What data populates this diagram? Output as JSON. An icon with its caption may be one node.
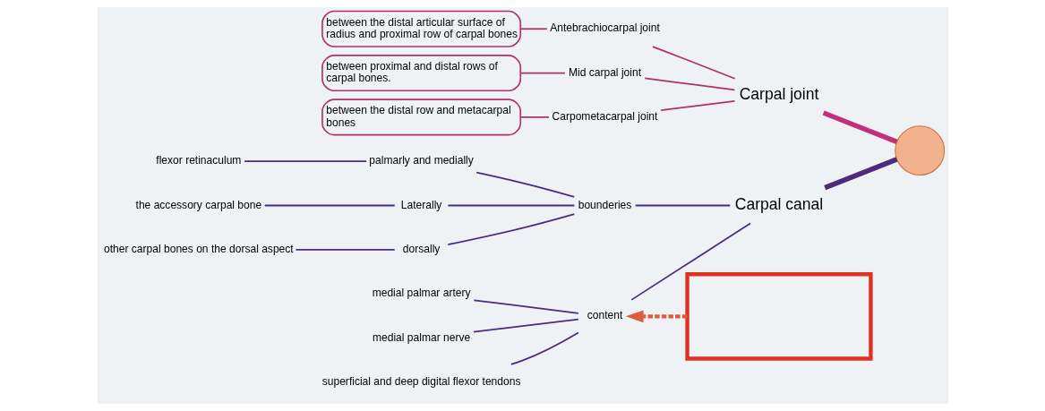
{
  "diagram": {
    "nodes": [
      {
        "text": [],
        "shape": "circle"
      },
      {
        "text": [
          "Carpal joint"
        ]
      },
      {
        "text": [
          "Antebrachiocarpal joint"
        ]
      },
      {
        "text": [
          "between the distal articular surface of radius and proximal row of carpal bones"
        ]
      },
      {
        "text": [
          "Mid carpal joint"
        ]
      },
      {
        "text": [
          "between proximal and distal rows of carpal bones."
        ]
      },
      {
        "text": [
          "Carpometacarpal joint"
        ]
      },
      {
        "text": [
          "between the distal row and metacarpal bones"
        ]
      },
      {
        "text": [
          "Carpal canal"
        ]
      },
      {
        "text": [
          "bounderies"
        ]
      },
      {
        "text": [
          "palmarly and medially"
        ]
      },
      {
        "text": [
          "flexor retinaculum"
        ]
      },
      {
        "text": [
          "Laterally"
        ]
      },
      {
        "text": [
          "the accessory carpal bone"
        ]
      },
      {
        "text": [
          "dorsally"
        ]
      },
      {
        "text": [
          "other carpal bones on the dorsal aspect"
        ]
      },
      {
        "text": [
          "content"
        ]
      },
      {
        "text": [
          "medial palmar artery"
        ]
      },
      {
        "text": [
          "medial palmar nerve"
        ]
      },
      {
        "text": [
          "superficial and deep digital flexor tendons"
        ]
      },
      {
        "text": [],
        "shape": "box"
      }
    ],
    "edges": [
      {
        "from": 0,
        "to": 1,
        "arrow": "none",
        "style": "thick",
        "color": "#c2307a"
      },
      {
        "from": 1,
        "to": 2,
        "arrow": "none",
        "color": "#b03068"
      },
      {
        "from": 2,
        "to": 3,
        "arrow": "none",
        "color": "#b03068"
      },
      {
        "from": 1,
        "to": 4,
        "arrow": "none",
        "color": "#b03068"
      },
      {
        "from": 4,
        "to": 5,
        "arrow": "none",
        "color": "#b03068"
      },
      {
        "from": 1,
        "to": 6,
        "arrow": "none",
        "color": "#b03068"
      },
      {
        "from": 6,
        "to": 7,
        "arrow": "none",
        "color": "#b03068"
      },
      {
        "from": 0,
        "to": 8,
        "arrow": "none",
        "style": "thick"
      },
      {
        "from": 8,
        "to": 9,
        "arrow": "none"
      },
      {
        "from": 9,
        "to": 10,
        "arrow": "none"
      },
      {
        "from": 10,
        "to": 11,
        "arrow": "none"
      },
      {
        "from": 9,
        "to": 12,
        "arrow": "none"
      },
      {
        "from": 12,
        "to": 13,
        "arrow": "none"
      },
      {
        "from": 9,
        "to": 14,
        "arrow": "none"
      },
      {
        "from": 14,
        "to": 15,
        "arrow": "none"
      },
      {
        "from": 8,
        "to": 16,
        "arrow": "none"
      },
      {
        "from": 16,
        "to": 17,
        "arrow": "none"
      },
      {
        "from": 16,
        "to": 18,
        "arrow": "none"
      },
      {
        "from": 16,
        "to": 19,
        "arrow": "none"
      },
      {
        "from": 20,
        "to": 16,
        "arrow": "to",
        "style": "dashed",
        "color": "#e05a40"
      }
    ]
  }
}
